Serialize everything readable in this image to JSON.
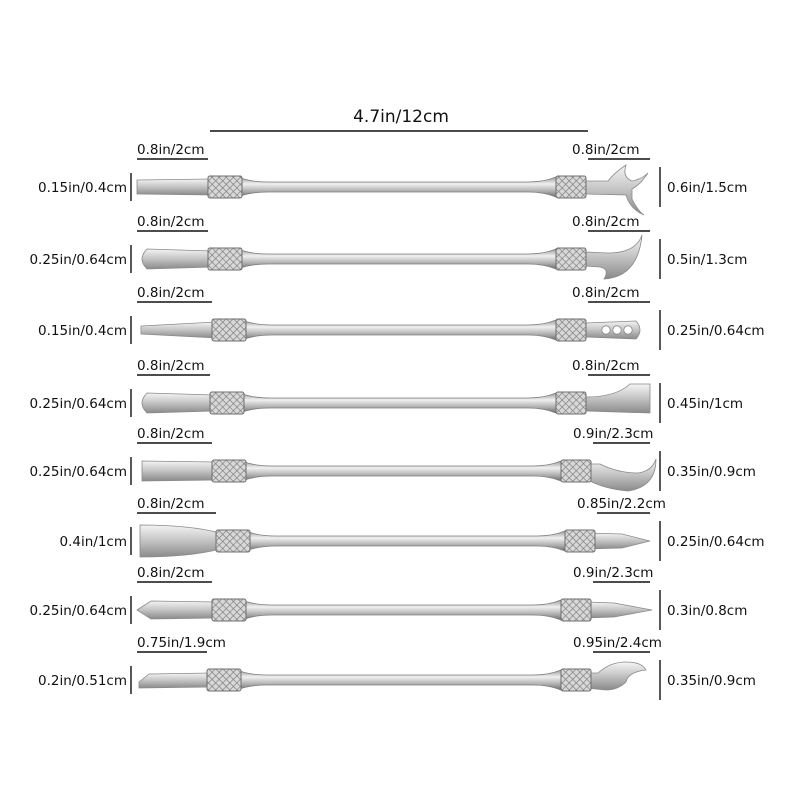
{
  "overall_length": "4.7in/12cm",
  "tools": [
    {
      "left_tip": "0.8in/2cm",
      "left_width": "0.15in/0.4cm",
      "right_tip": "0.8in/2cm",
      "right_width": "0.6in/1.5cm",
      "left_shape": "flat-narrow",
      "right_shape": "forked-hook"
    },
    {
      "left_tip": "0.8in/2cm",
      "left_width": "0.25in/0.64cm",
      "right_tip": "0.8in/2cm",
      "right_width": "0.5in/1.3cm",
      "left_shape": "rounded-spatula",
      "right_shape": "large-hook"
    },
    {
      "left_tip": "0.8in/2cm",
      "left_width": "0.15in/0.4cm",
      "right_tip": "0.8in/2cm",
      "right_width": "0.25in/0.64cm",
      "left_shape": "tapered-flat",
      "right_shape": "three-hole-blade"
    },
    {
      "left_tip": "0.8in/2cm",
      "left_width": "0.25in/0.64cm",
      "right_tip": "0.8in/2cm",
      "right_width": "0.45in/1cm",
      "left_shape": "rounded-spatula",
      "right_shape": "wide-scraper"
    },
    {
      "left_tip": "0.8in/2cm",
      "left_width": "0.25in/0.64cm",
      "right_tip": "0.9in/2.3cm",
      "right_width": "0.35in/0.9cm",
      "left_shape": "flat-rect",
      "right_shape": "hook-blade"
    },
    {
      "left_tip": "0.8in/2cm",
      "left_width": "0.4in/1cm",
      "right_tip": "0.85in/2.2cm",
      "right_width": "0.25in/0.64cm",
      "left_shape": "wide-chisel",
      "right_shape": "pointed-blade"
    },
    {
      "left_tip": "0.8in/2cm",
      "left_width": "0.25in/0.64cm",
      "right_tip": "0.9in/2.3cm",
      "right_width": "0.3in/0.8cm",
      "left_shape": "spear",
      "right_shape": "pointed-taper"
    },
    {
      "left_tip": "0.75in/1.9cm",
      "left_width": "0.2in/0.51cm",
      "right_tip": "0.95in/2.4cm",
      "right_width": "0.35in/0.9cm",
      "left_shape": "angled-flat",
      "right_shape": "opener-hook"
    }
  ],
  "colors": {
    "metal_light": "#f2f2f2",
    "metal_mid": "#c4c4c4",
    "metal_dark": "#7e7e7e",
    "line": "#111111"
  }
}
